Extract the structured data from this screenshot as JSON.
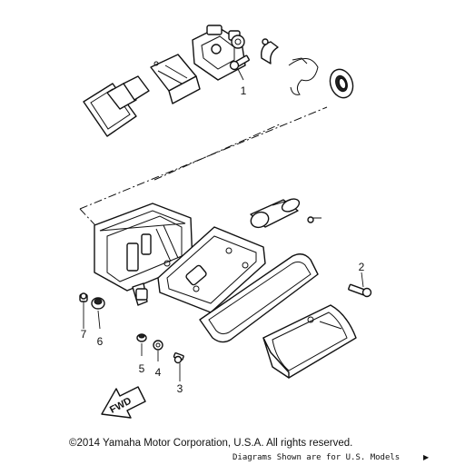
{
  "callouts": [
    "1",
    "2",
    "3",
    "4",
    "5",
    "6",
    "7"
  ],
  "fwd_label": "FWD",
  "copyright": "©2014 Yamaha Motor Corporation, U.S.A. All rights reserved.",
  "note": "Diagrams Shown are for U.S. Models",
  "note_mark": "▶"
}
